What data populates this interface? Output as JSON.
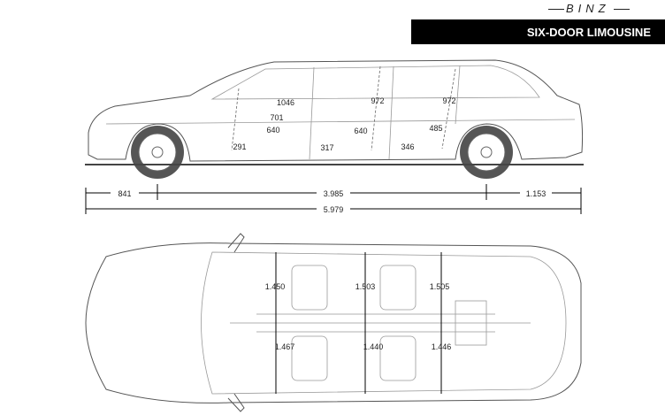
{
  "header": {
    "brand": "BINZ",
    "title": "SIX-DOOR LIMOUSINE"
  },
  "side_view": {
    "interior": [
      "1046",
      "701",
      "640",
      "291",
      "972",
      "640",
      "317",
      "972",
      "485",
      "346"
    ],
    "length": {
      "front_overhang": "841",
      "wheelbase": "3.985",
      "rear_overhang": "1.153",
      "overall": "5.979"
    }
  },
  "top_view": {
    "widths_upper": [
      "1.450",
      "1.503",
      "1.505"
    ],
    "widths_lower": [
      "1.467",
      "1.440",
      "1.446"
    ]
  }
}
